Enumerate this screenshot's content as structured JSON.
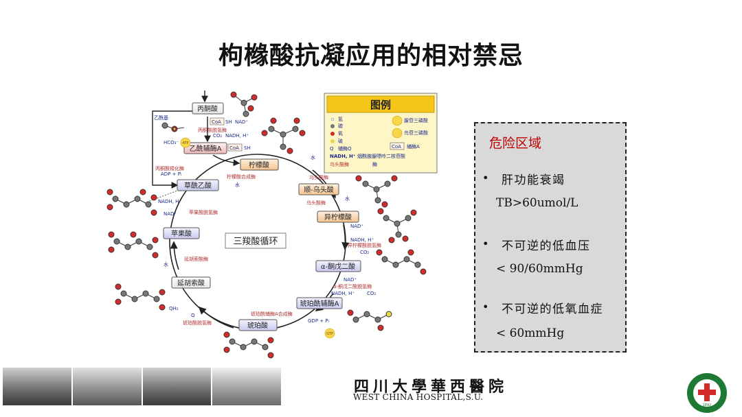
{
  "slide": {
    "title": "枸橼酸抗凝应用的相对禁忌"
  },
  "diagram": {
    "cycle_name": "三羧酸循环",
    "nodes": {
      "pyruvate": "丙酮酸",
      "acetyl_coa": "乙酰辅酶A",
      "citrate": "柠檬酸",
      "cis_aconitate": "顺-乌头酸",
      "isocitrate": "异柠檬酸",
      "alpha_kg": "α-酮戊二酸",
      "succinyl_coa": "琥珀酰辅酶A",
      "succinate": "琥珀酸",
      "fumarate": "延胡索酸",
      "malate": "苹果酸",
      "oxaloacetate": "草酰乙酸"
    },
    "enzymes": {
      "pdh": "丙酮酸脱氢酶",
      "citrate_synthase": "柠檬酸合成酶",
      "aconitase_1": "乌头酸酶",
      "aconitase_2": "乌头酸酶",
      "idh": "异柠檬酸脱氢酶",
      "akgdh": "α-酮戊二酸脱氢酶",
      "scs": "琥珀酰辅酶A合成酶",
      "sdh": "琥珀酸脱氢酶",
      "fumarase": "延胡索酸酶",
      "mdh": "苹果酸脱氢酶",
      "pc": "丙酮酸羧化酶"
    },
    "small_labels": {
      "acetyl": "乙酰基",
      "water": "水",
      "coa": "CoA",
      "sh": "SH",
      "nad": "NAD⁺",
      "nadh_h": "NADH, H⁺",
      "co2": "CO₂",
      "hco3": "HCO₃⁻",
      "atp": "ATP",
      "gtp": "GTP",
      "adp_pi": "ADP + Pᵢ",
      "gdp_pi": "GDP + Pᵢ",
      "q": "Q",
      "qh2": "QH₂"
    },
    "legend": {
      "title": "图例",
      "items": {
        "h": "氢",
        "c": "碳",
        "o": "氧",
        "s": "硫",
        "q": "辅酶Q",
        "nadh": "烟酰胺腺嘌呤二核苷酸",
        "enzyme": "乌头酸酶",
        "enzyme_suffix": "酶",
        "atp": "腺苷三磷酸",
        "gtp": "鸟苷三磷酸",
        "coa": "辅酶A"
      }
    }
  },
  "danger_zone": {
    "title": "危险区域",
    "items": [
      {
        "bullet": "•",
        "label": "肝功能衰竭",
        "detail": "TB>60umol/L"
      },
      {
        "bullet": "•",
        "label": "不可逆的低血压",
        "detail": "< 90/60mmHg"
      },
      {
        "bullet": "•",
        "label": "不可逆的低氧血症",
        "detail": "< 60mmHg"
      }
    ]
  },
  "footer": {
    "hospital_cn": "四川大學華西醫院",
    "hospital_en": "WEST CHINA HOSPITAL,S.U.",
    "logo_year": "1892"
  },
  "colors": {
    "title": "#111111",
    "danger_title": "#c00000",
    "danger_bg": "#d9d9d9",
    "legend_bg": "#fff3b0",
    "legend_header": "#f5c518",
    "node_stroke": "#555555",
    "carbon": "#777777",
    "oxygen": "#d42a2a",
    "logo_green": "#1e7a32"
  }
}
